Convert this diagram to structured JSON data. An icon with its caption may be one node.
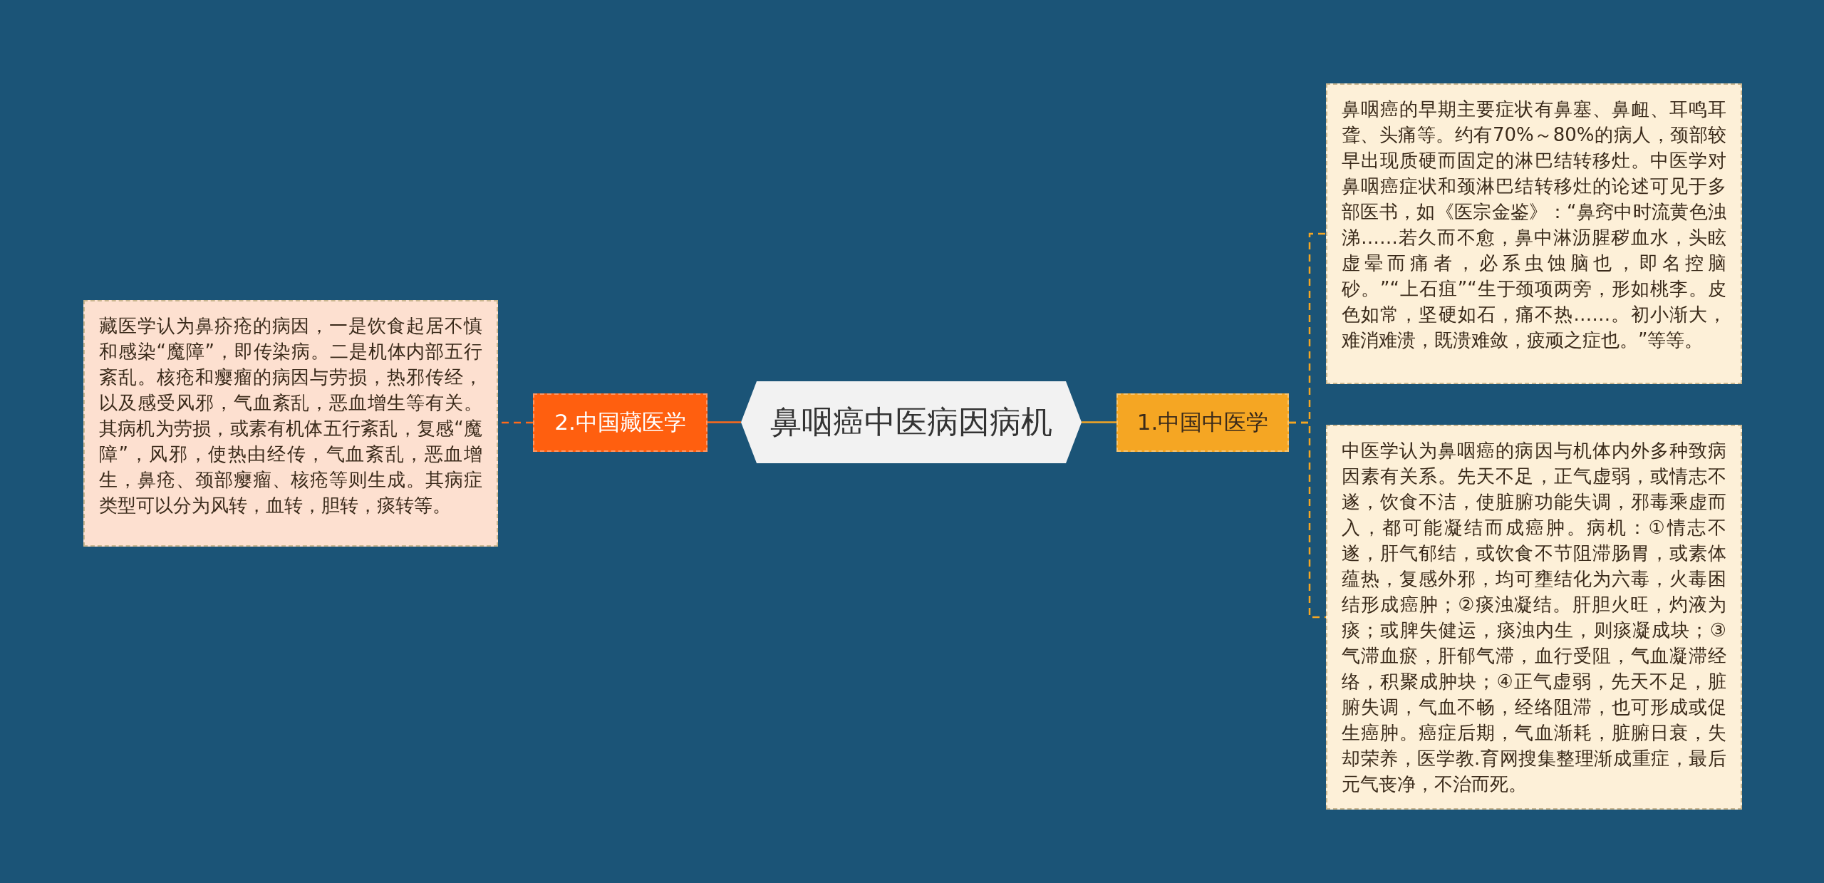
{
  "diagram": {
    "nodes": [
      {
        "text": [
          "鼻咽癌中医病因病机"
        ]
      },
      {
        "text": [
          "1.中国中医学"
        ]
      },
      {
        "text": [
          "鼻咽癌的早期主要症状有鼻塞、鼻衄、耳鸣耳聋、头痛等。约有70%～80%的病人，颈部较早出现质硬而固定的淋巴结转移灶。中医学对鼻咽癌症状和颈淋巴结转移灶的论述可见于多部医书，如《医宗金鉴》：“鼻窍中时流黄色浊涕……若久而不愈，鼻中淋沥腥秽血水，头眩虚晕而痛者，必系虫蚀脑也，即名控脑砂。”“上石疽”“生于颈项两旁，形如桃李。皮色如常，坚硬如石，痛不热……。初小渐大，难消难溃，既溃难敛，疲顽之症也。”等等。"
        ]
      },
      {
        "text": [
          "中医学认为鼻咽癌的病因与机体内外多种致病因素有关系。先天不足，正气虚弱，或情志不遂，饮食不洁，使脏腑功能失调，邪毒乘虚而入，都可能凝结而成癌肿。病机：①情志不遂，肝气郁结，或饮食不节阻滞肠胃，或素体蕴热，复感外邪，均可壅结化为六毒，火毒困结形成癌肿；②痰浊凝结。肝胆火旺，灼液为痰；或脾失健运，痰浊内生，则痰凝成块；③气滞血瘀，肝郁气滞，血行受阻，气血凝滞经络，积聚成肿块；④正气虚弱，先天不足，脏腑失调，气血不畅，经络阻滞，也可形成或促生癌肿。癌症后期，气血渐耗，脏腑日衰，失却荣养，医学教.育网搜集整理渐成重症，最后元气丧净，不治而死。"
        ]
      },
      {
        "text": [
          "2.中国藏医学"
        ]
      },
      {
        "text": [
          "藏医学认为鼻疥疮的病因，一是饮食起居不慎和感染“魔障”，即传染病。二是机体内部五行紊乱。核疮和瘿瘤的病因与劳损，热邪传经，以及感受风邪，气血紊乱，恶血增生等有关。其病机为劳损，或素有机体五行紊乱，复感“魔障”，风邪，使热由经传，气血紊乱，恶血增生，鼻疮、颈部瘿瘤、核疮等则生成。其病症类型可以分为风转，血转，胆转，痰转等。"
        ]
      }
    ],
    "edges": [
      {
        "from": 0,
        "to": 1,
        "arrow": "none",
        "color": "#f5a623"
      },
      {
        "from": 1,
        "to": 2,
        "arrow": "none",
        "style": "dashed",
        "color": "#f5a623"
      },
      {
        "from": 1,
        "to": 3,
        "arrow": "none",
        "style": "dashed",
        "color": "#f5a623"
      },
      {
        "from": 0,
        "to": 4,
        "arrow": "none",
        "color": "#ff6a1a"
      },
      {
        "from": 4,
        "to": 5,
        "arrow": "none",
        "style": "dashed",
        "color": "#ff6a1a"
      }
    ]
  }
}
